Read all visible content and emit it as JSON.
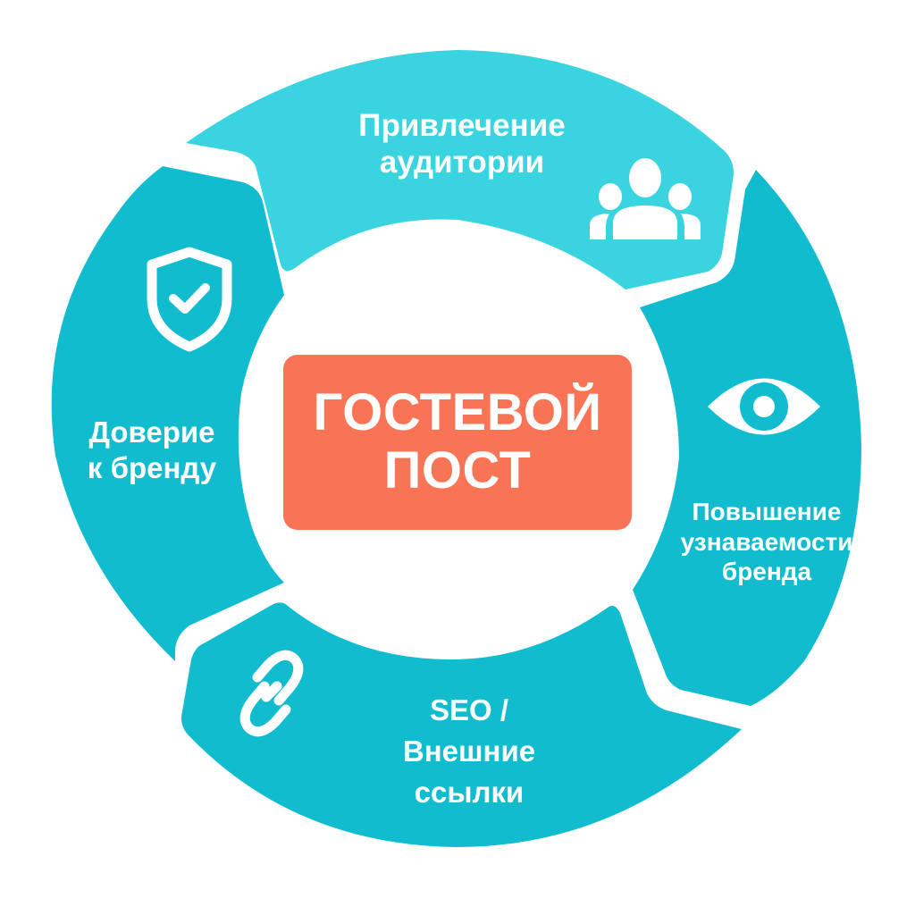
{
  "diagram": {
    "title": "ГОСТЕВОЙ\nПОСТ",
    "colors": {
      "segment_light": "#3AD3E0",
      "segment_main": "#12BCCF",
      "center_box": "#F97455",
      "text": "#FFFFFF",
      "background": "#FFFFFF"
    },
    "segments": [
      {
        "id": "audience",
        "label": "Привлечение\nаудитории",
        "icon": "users-group-icon",
        "position": "top"
      },
      {
        "id": "brand-awareness",
        "label": "Повышение\nузнаваемости\nбренда",
        "icon": "eye-icon",
        "position": "right"
      },
      {
        "id": "seo",
        "label": "SEO /\nВнешние\nссылки",
        "icon": "link-chain-icon",
        "position": "bottom"
      },
      {
        "id": "brand-trust",
        "label": "Доверие\nк бренду",
        "icon": "shield-check-icon",
        "position": "left"
      }
    ]
  }
}
